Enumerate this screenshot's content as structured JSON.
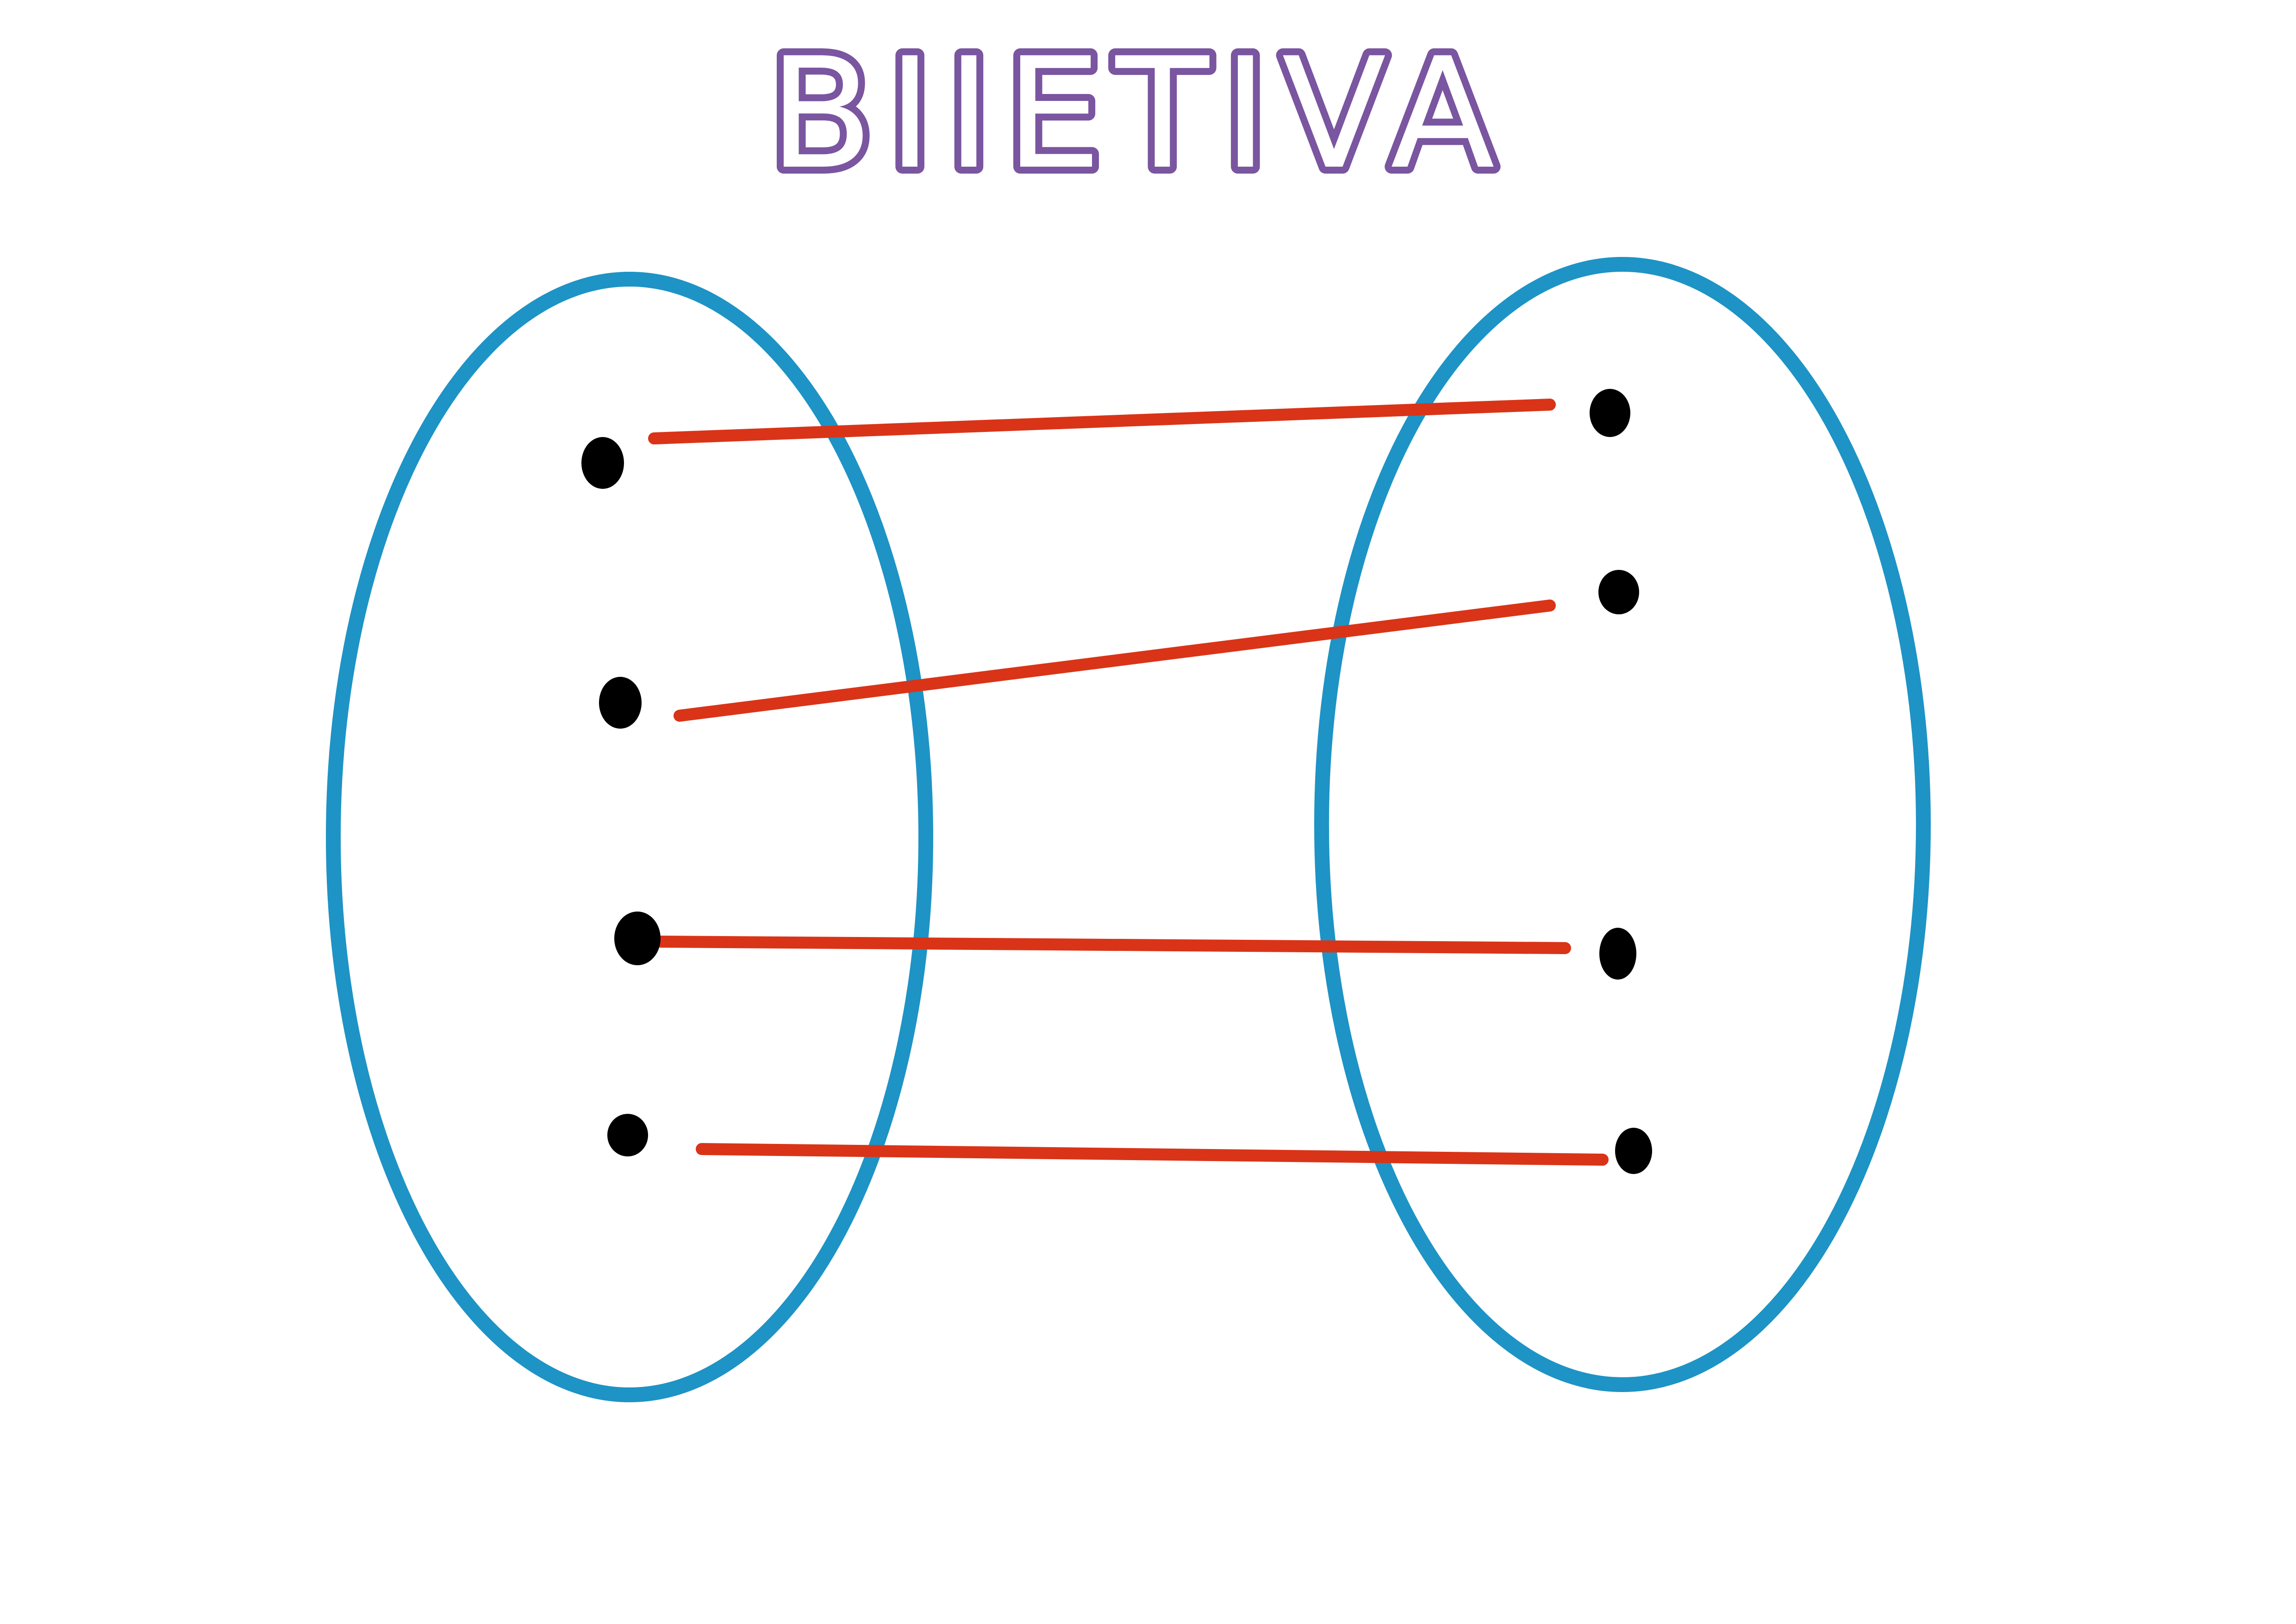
{
  "title": "BIIETIVA",
  "colors": {
    "title": "#7a55a0",
    "sets": "#1e93c5",
    "arrows": "#d93418",
    "elements": "#000000",
    "background": "#ffffff"
  },
  "diagram": {
    "type": "mapping-diagram",
    "domain": {
      "element_count": 4
    },
    "codomain": {
      "element_count": 4
    },
    "mappings": [
      {
        "from": 1,
        "to": 1
      },
      {
        "from": 2,
        "to": 2
      },
      {
        "from": 3,
        "to": 3
      },
      {
        "from": 4,
        "to": 4
      }
    ]
  }
}
